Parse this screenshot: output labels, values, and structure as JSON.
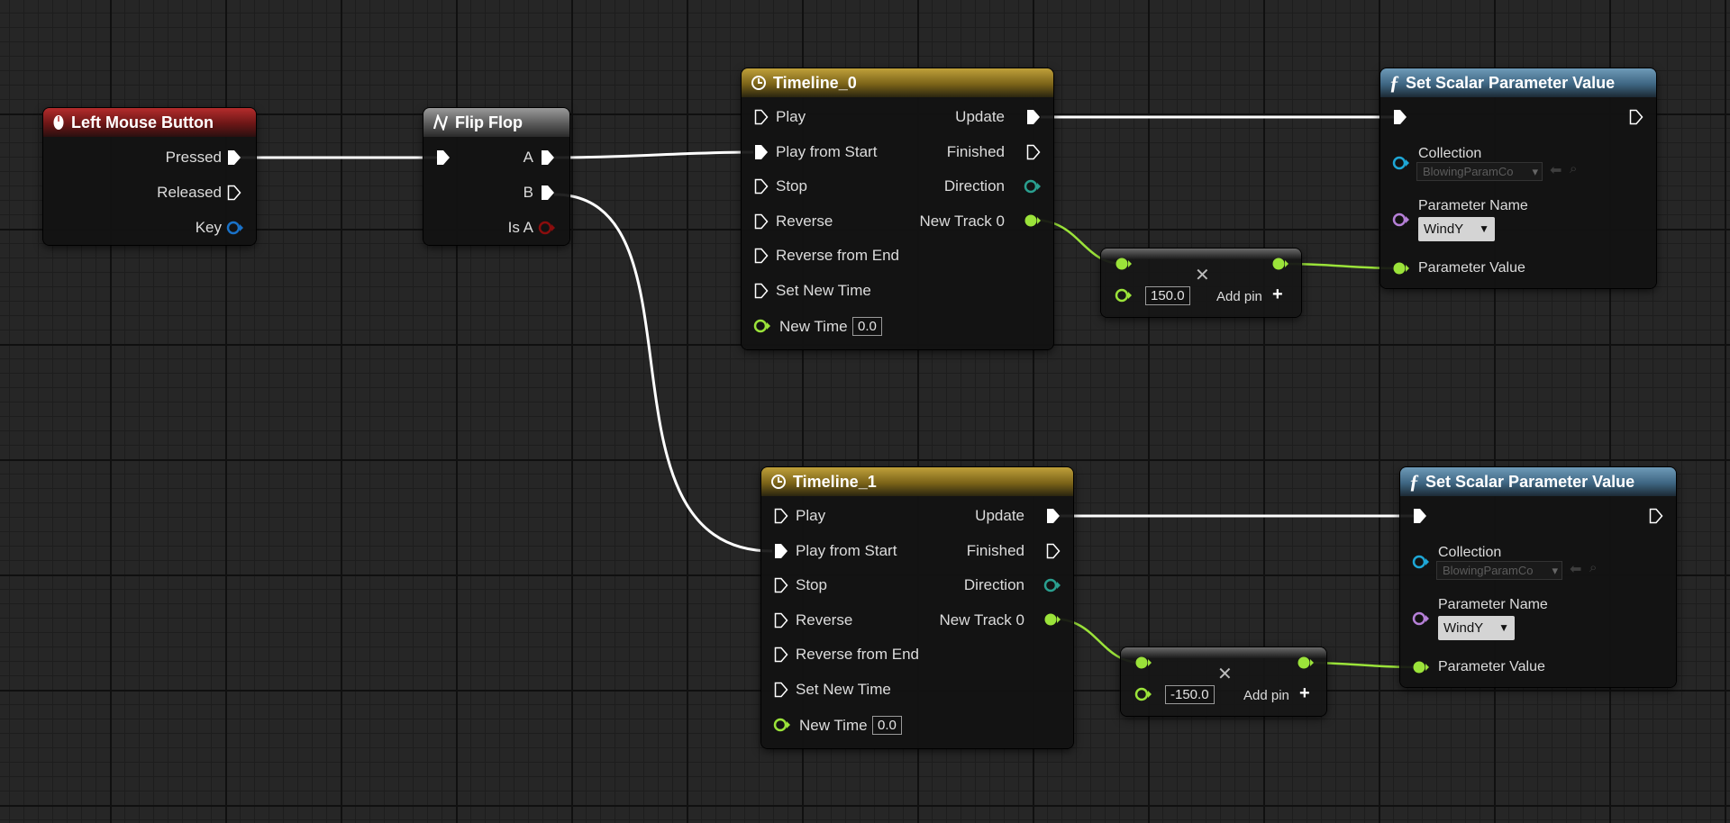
{
  "nodes": {
    "lmb": {
      "title": "Left Mouse Button",
      "pins": {
        "pressed": "Pressed",
        "released": "Released",
        "key": "Key"
      }
    },
    "flipflop": {
      "title": "Flip Flop",
      "pins": {
        "a": "A",
        "b": "B",
        "is_a": "Is A"
      }
    },
    "timeline0": {
      "title": "Timeline_0",
      "inputs": [
        "Play",
        "Play from Start",
        "Stop",
        "Reverse",
        "Reverse from End",
        "Set New Time",
        "New Time"
      ],
      "new_time_value": "0.0",
      "outputs": {
        "update": "Update",
        "finished": "Finished",
        "direction": "Direction",
        "new_track": "New Track 0"
      }
    },
    "timeline1": {
      "title": "Timeline_1",
      "inputs": [
        "Play",
        "Play from Start",
        "Stop",
        "Reverse",
        "Reverse from End",
        "Set New Time",
        "New Time"
      ],
      "new_time_value": "0.0",
      "outputs": {
        "update": "Update",
        "finished": "Finished",
        "direction": "Direction",
        "new_track": "New Track 0"
      }
    },
    "multiply0": {
      "value": "150.0",
      "add_pin": "Add pin"
    },
    "multiply1": {
      "value": "-150.0",
      "add_pin": "Add pin"
    },
    "setscalar0": {
      "title": "Set Scalar Parameter Value",
      "collection_label": "Collection",
      "collection_value": "BlowingParamCo",
      "param_name_label": "Parameter Name",
      "param_name_value": "WindY",
      "param_value_label": "Parameter Value"
    },
    "setscalar1": {
      "title": "Set Scalar Parameter Value",
      "collection_label": "Collection",
      "collection_value": "BlowingParamCo",
      "param_name_label": "Parameter Name",
      "param_name_value": "WindY",
      "param_value_label": "Parameter Value"
    }
  },
  "colors": {
    "exec_wire": "#ffffff",
    "float_pin": "#9be33a",
    "struct_pin": "#1a72c8",
    "bool_pin": "#8a0d0d",
    "object_pin": "#1ea7d6",
    "name_pin": "#b680d8",
    "direction_pin": "#2a9f8f"
  },
  "icons": {
    "lmb": "mouse-icon",
    "flipflop": "flipflop-icon",
    "timeline": "clock-icon",
    "setscalar": "function-icon"
  }
}
